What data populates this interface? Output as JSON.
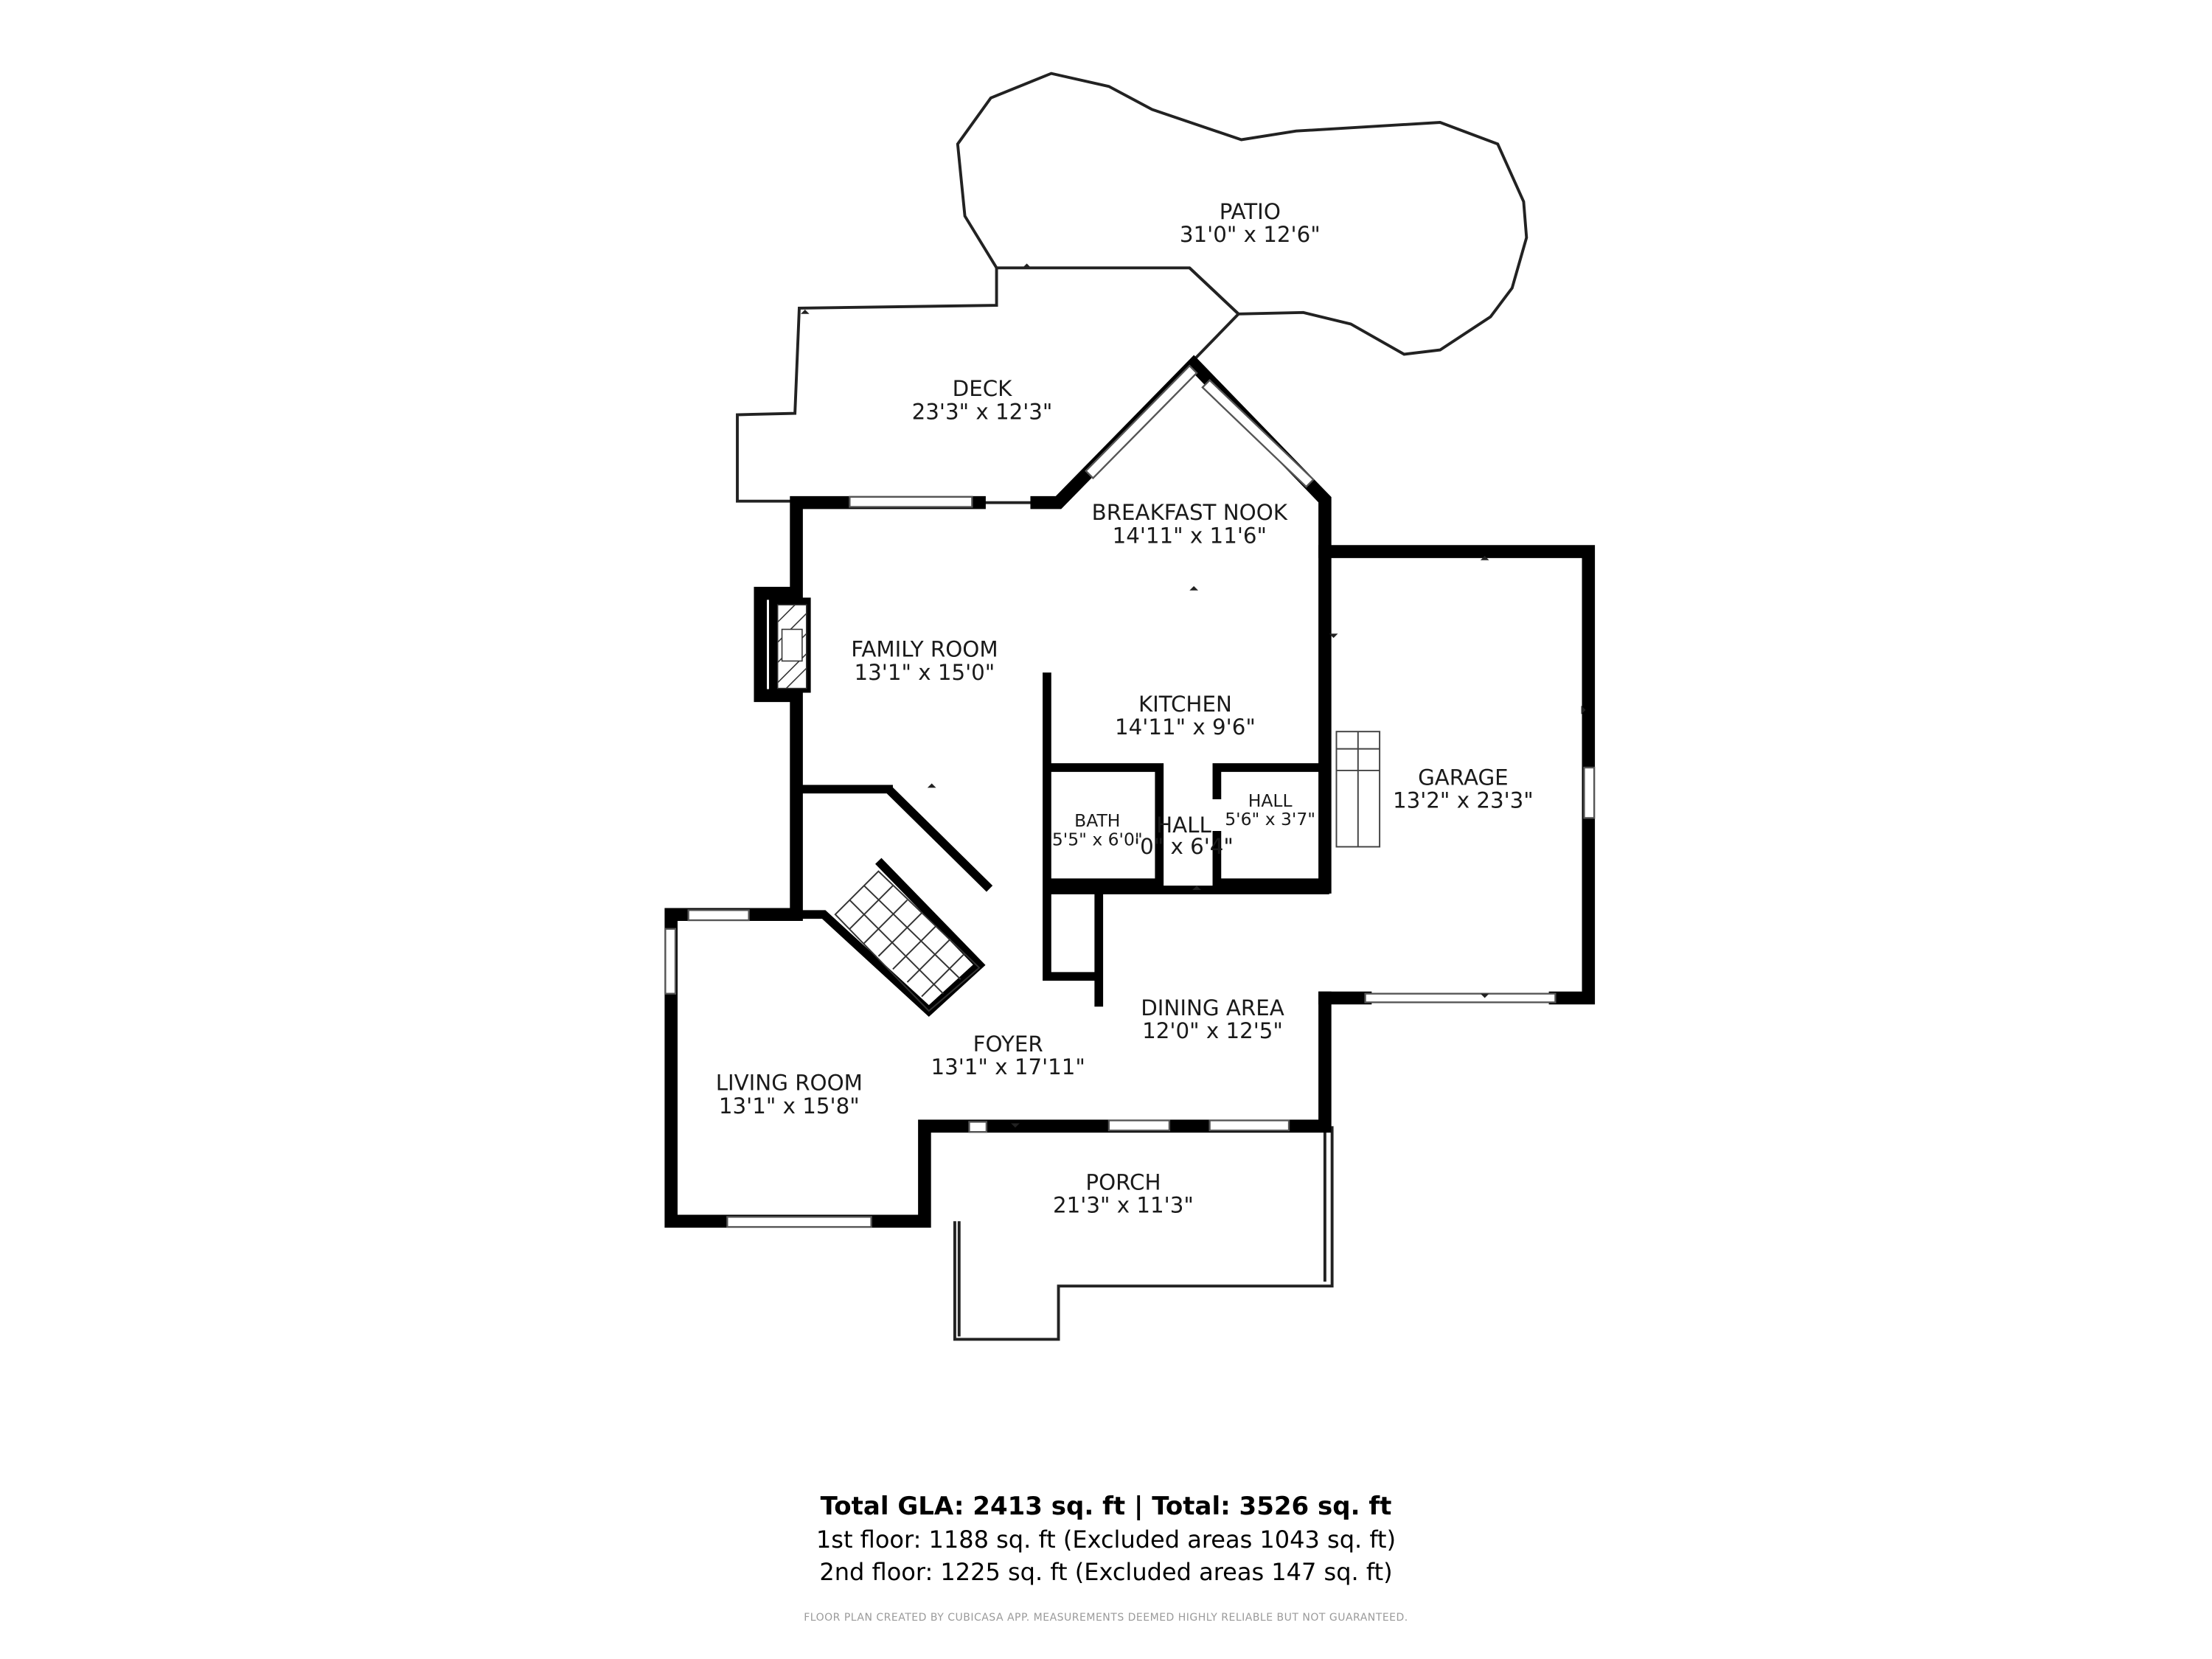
{
  "rooms": {
    "patio": {
      "name": "PATIO",
      "dim": "31'0\" x 12'6\""
    },
    "deck": {
      "name": "DECK",
      "dim": "23'3\" x 12'3\""
    },
    "breakfast_nook": {
      "name": "BREAKFAST NOOK",
      "dim": "14'11\" x 11'6\""
    },
    "family_room": {
      "name": "FAMILY ROOM",
      "dim": "13'1\" x 15'0\""
    },
    "kitchen": {
      "name": "KITCHEN",
      "dim": "14'11\" x 9'6\""
    },
    "garage": {
      "name": "GARAGE",
      "dim": "13'2\" x 23'3\""
    },
    "hall_small": {
      "name": "HALL",
      "dim": "5'6\" x 3'7\""
    },
    "bath": {
      "name": "BATH",
      "dim": "5'5\" x 6'0\""
    },
    "hall": {
      "name": "HALL",
      "dim": "'0\" x 6'4\""
    },
    "foyer": {
      "name": "FOYER",
      "dim": "13'1\" x 17'11\""
    },
    "dining_area": {
      "name": "DINING AREA",
      "dim": "12'0\" x 12'5\""
    },
    "living_room": {
      "name": "LIVING ROOM",
      "dim": "13'1\" x 15'8\""
    },
    "porch": {
      "name": "PORCH",
      "dim": "21'3\" x 11'3\""
    }
  },
  "summary": {
    "total": "Total GLA: 2413 sq. ft | Total: 3526 sq. ft",
    "floor1": "1st floor: 1188 sq. ft (Excluded areas 1043 sq. ft)",
    "floor2": "2nd floor: 1225 sq. ft (Excluded areas 147 sq. ft)"
  },
  "disclaimer": "FLOOR PLAN CREATED BY CUBICASA APP. MEASUREMENTS DEEMED HIGHLY RELIABLE BUT NOT GUARANTEED.",
  "colors": {
    "wall": "#000000",
    "outline": "#222222",
    "disclaimer": "#9a9a9a",
    "background": "#ffffff"
  }
}
